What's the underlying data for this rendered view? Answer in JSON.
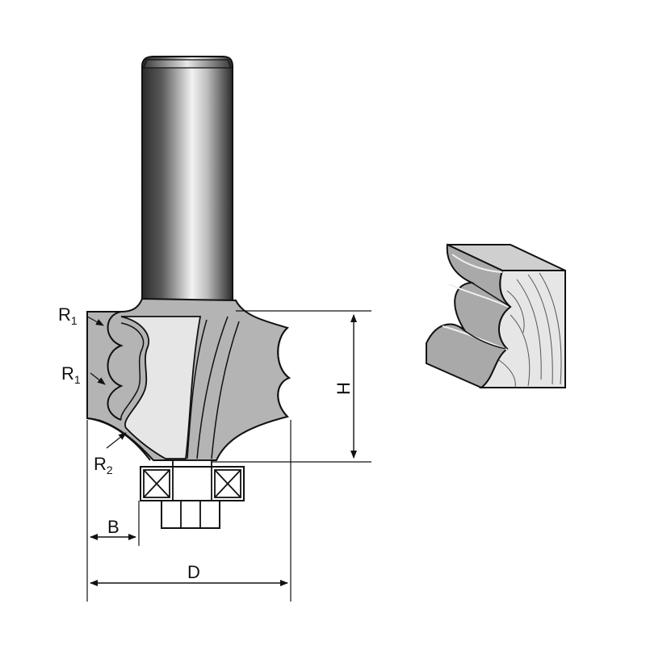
{
  "labels": {
    "r1_top": {
      "main": "R",
      "sub": "1"
    },
    "r1_mid": {
      "main": "R",
      "sub": "1"
    },
    "r2": {
      "main": "R",
      "sub": "2"
    },
    "h": "H",
    "b": "B",
    "d": "D"
  },
  "colors": {
    "cutter": "#b4b4b4",
    "cutter_light": "#dcdcdc",
    "profile_top": "#c8c8c8",
    "profile_face": "#a8a8a8",
    "wood": "#e6e6e6",
    "line": "#111111"
  }
}
